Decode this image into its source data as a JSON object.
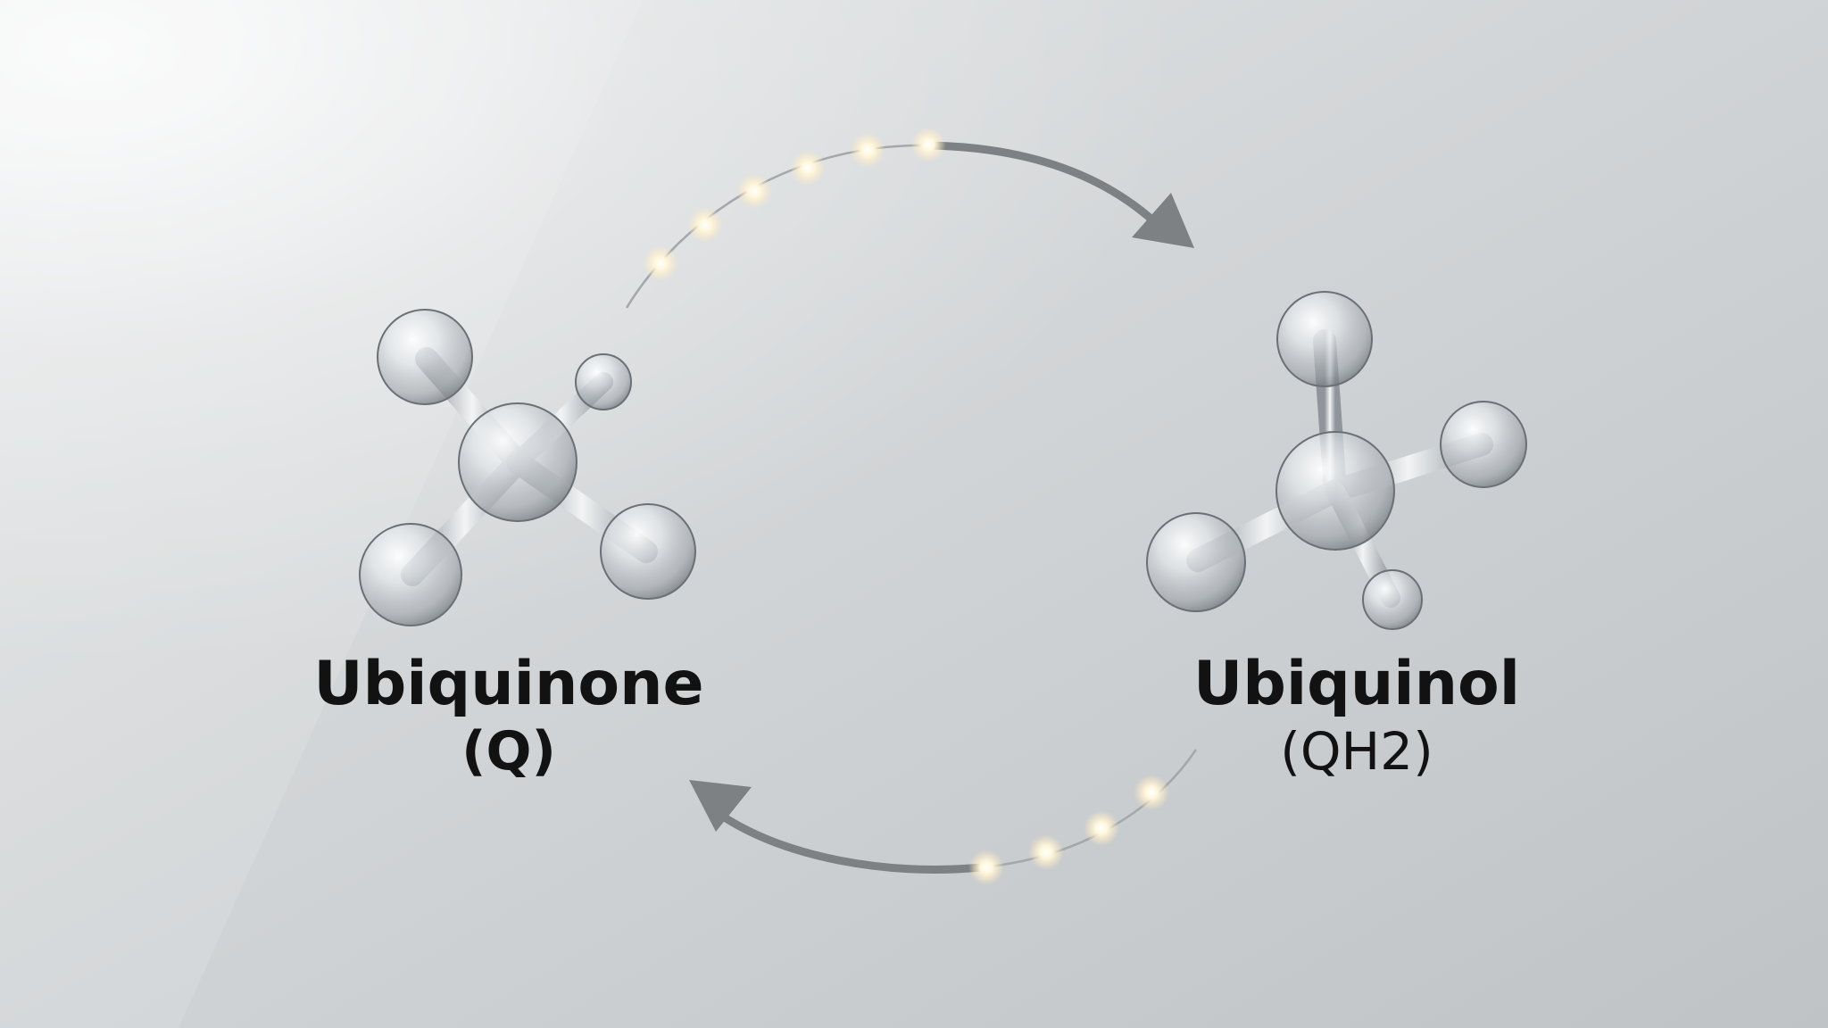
{
  "molecules": {
    "left": {
      "name": "Ubiquinone",
      "symbol": "(Q)"
    },
    "right": {
      "name": "Ubiquinol",
      "symbol": "(QH2)"
    }
  },
  "colors": {
    "background": "#cdd0d2",
    "arrow": "#7d8184",
    "glass": "#e8ecef",
    "electron_glow": "#fff6dc",
    "text": "#121212"
  },
  "icons": [
    "molecule-icon",
    "arrow-icon",
    "electron-dot-icon"
  ]
}
